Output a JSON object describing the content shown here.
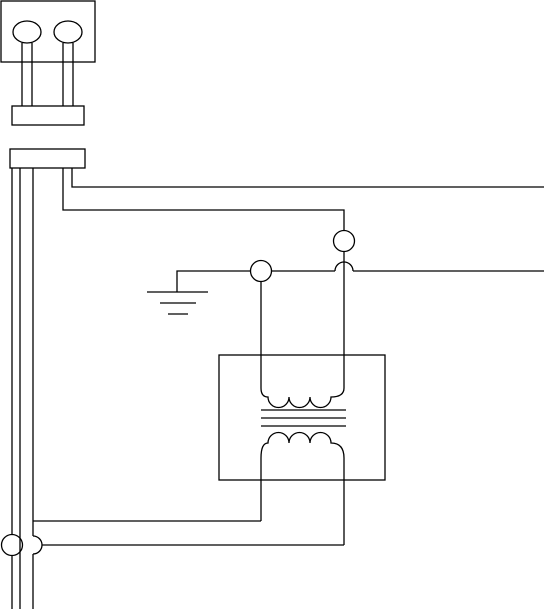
{
  "diagram": {
    "kind": "electrical wiring schematic",
    "stroke_color": "#000000",
    "background_color": "#ffffff",
    "components": [
      "lamp-housing",
      "lamp-left",
      "lamp-right",
      "lamp-connector-block",
      "mains-connector-block",
      "ground-symbol",
      "transformer-box",
      "transformer-primary-coil",
      "transformer-secondary-coil",
      "transformer-core",
      "wire-crossover-hops",
      "terminal-circles"
    ]
  }
}
